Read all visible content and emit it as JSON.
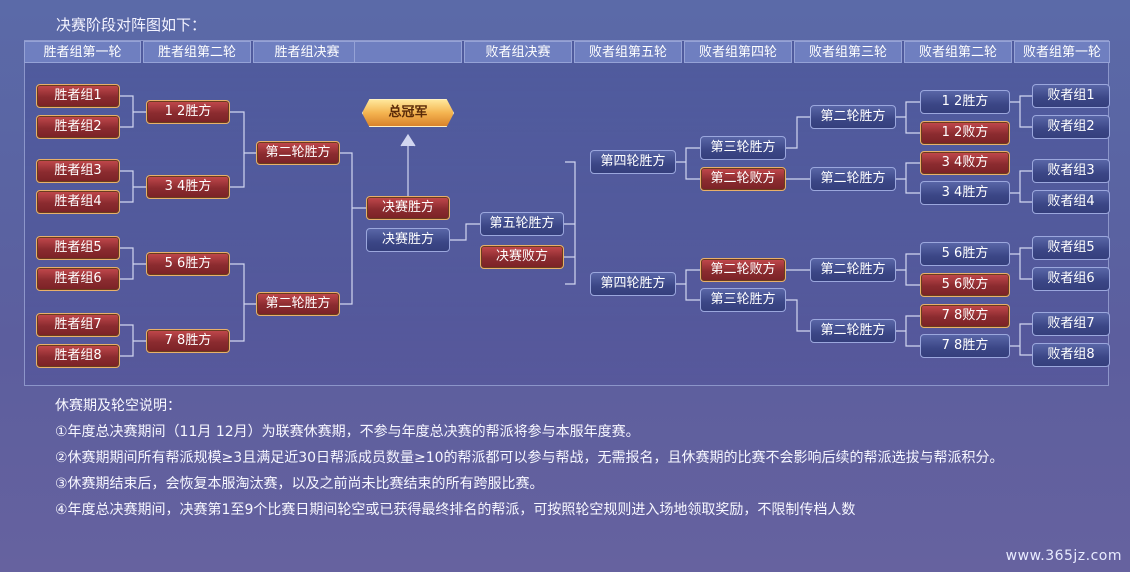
{
  "title": "决赛阶段对阵图如下：",
  "headers": [
    "胜者组第一轮",
    "胜者组第二轮",
    "胜者组决赛",
    "",
    "败者组决赛",
    "败者组第五轮",
    "败者组第四轮",
    "败者组第三轮",
    "败者组第二轮",
    "败者组第一轮"
  ],
  "champion": "总冠军",
  "winners_r1": [
    "胜者组1",
    "胜者组2",
    "胜者组3",
    "胜者组4",
    "胜者组5",
    "胜者组6",
    "胜者组7",
    "胜者组8"
  ],
  "winners_r2": [
    "1 2胜方",
    "3 4胜方",
    "5 6胜方",
    "7 8胜方"
  ],
  "winners_final": [
    "第二轮胜方",
    "第二轮胜方"
  ],
  "grand_final": [
    "决赛胜方",
    "决赛胜方"
  ],
  "losers_final": [
    "第五轮胜方",
    "决赛败方"
  ],
  "losers_r5": [
    "第四轮胜方",
    "第四轮胜方"
  ],
  "losers_r4": [
    "第三轮胜方",
    "第二轮败方",
    "第二轮败方",
    "第三轮胜方"
  ],
  "losers_r3": [
    "第二轮胜方",
    "第二轮胜方",
    "第二轮胜方",
    "第二轮胜方"
  ],
  "losers_r2": [
    "1 2胜方",
    "1 2败方",
    "3 4败方",
    "3 4胜方",
    "5 6胜方",
    "5 6败方",
    "7 8败方",
    "7 8胜方"
  ],
  "losers_r1": [
    "败者组1",
    "败者组2",
    "败者组3",
    "败者组4",
    "败者组5",
    "败者组6",
    "败者组7",
    "败者组8"
  ],
  "notes": {
    "heading": "休赛期及轮空说明：",
    "items": [
      "①年度总决赛期间（11月 12月）为联赛休赛期，不参与年度总决赛的帮派将参与本服年度赛。",
      "②休赛期期间所有帮派规模≥3且满足近30日帮派成员数量≥10的帮派都可以参与帮战，无需报名，且休赛期的比赛不会影响后续的帮派选拔与帮派积分。",
      "③休赛期结束后，会恢复本服淘汰赛，以及之前尚未比赛结束的所有跨服比赛。",
      "④年度总决赛期间，决赛第1至9个比赛日期间轮空或已获得最终排名的帮派，可按照轮空规则进入场地领取奖励，不限制传档人数"
    ]
  },
  "watermark": "www.365jz.com",
  "colors": {
    "winner_node": "#8b2b2f",
    "loser_node": "#3b4686",
    "header": "#6f7fc0",
    "champion": "#f4b450",
    "line": "#e8ecff"
  }
}
